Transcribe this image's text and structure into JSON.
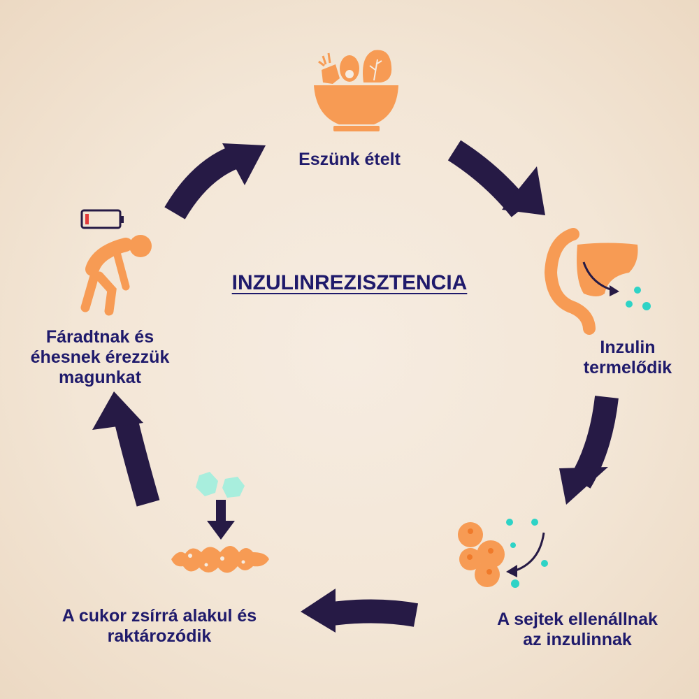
{
  "title": "INZULINREZISZTENCIA",
  "steps": [
    {
      "icon": "salad-bowl-icon",
      "lines": [
        "Eszünk ételt"
      ]
    },
    {
      "icon": "pancreas-icon",
      "lines": [
        "Inzulin",
        "termelődik"
      ]
    },
    {
      "icon": "cells-icon",
      "lines": [
        "A sejtek ellenállnak",
        "az inzulinnak"
      ]
    },
    {
      "icon": "sugar-to-fat-icon",
      "lines": [
        "A cukor zsírrá alakul és",
        "raktározódik"
      ]
    },
    {
      "icon": "tired-person-icon",
      "lines": [
        "Fáradtnak és",
        "éhesnek érezzük",
        "magunkat"
      ]
    }
  ],
  "colors": {
    "arrow": "#261a45",
    "accent": "#f79b54",
    "insulin": "#2ed3c6",
    "sugar": "#a8eedd",
    "text": "#1f1a6b",
    "battery_low": "#e23b3b"
  }
}
